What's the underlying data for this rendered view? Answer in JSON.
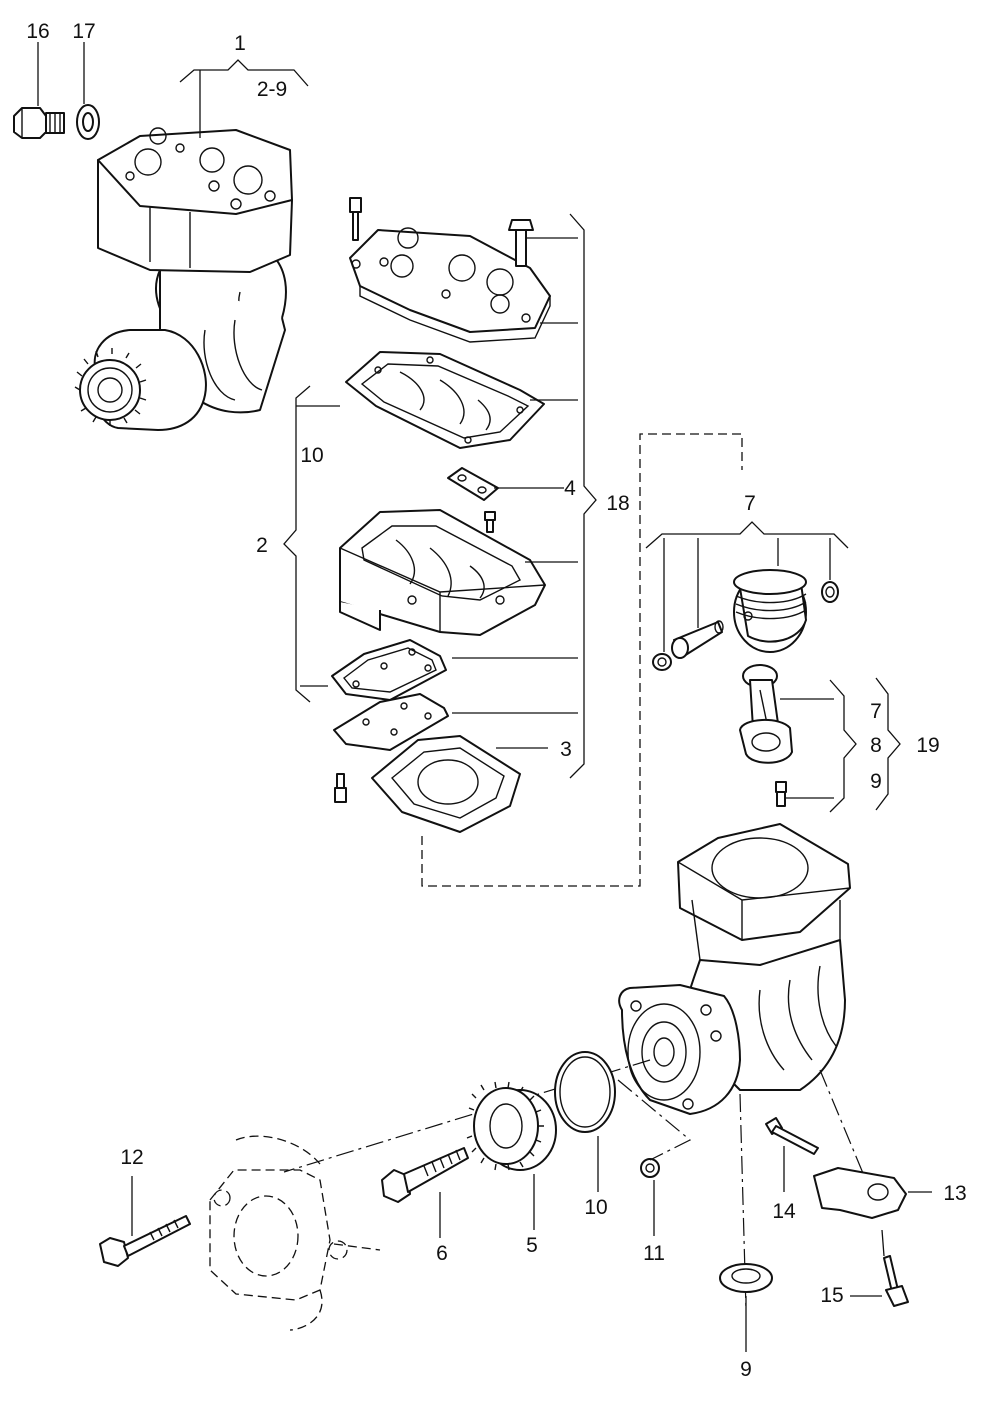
{
  "callouts": {
    "c16": "16",
    "c17": "17",
    "c1": "1",
    "c2_9": "2-9",
    "c10_top": "10",
    "c2": "2",
    "c4": "4",
    "c18": "18",
    "c3": "3",
    "c7_top": "7",
    "c7_right": "7",
    "c8": "8",
    "c9_right": "9",
    "c19": "19",
    "c12": "12",
    "c6": "6",
    "c5": "5",
    "c10_bottom": "10",
    "c11": "11",
    "c14": "14",
    "c13": "13",
    "c15": "15",
    "c9_bottom": "9"
  }
}
